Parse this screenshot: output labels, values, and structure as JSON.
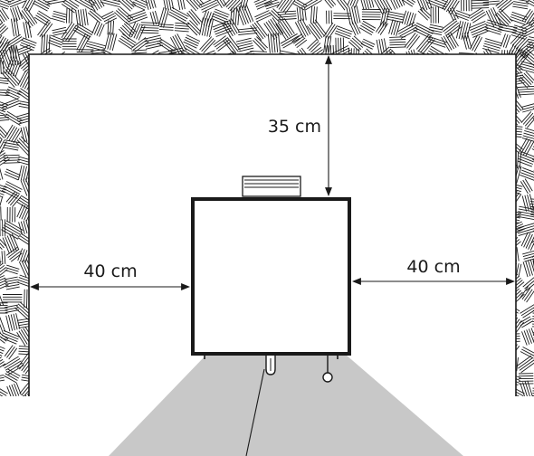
{
  "dimensions": {
    "top_clearance": "35 cm",
    "left_clearance": "40 cm",
    "right_clearance": "40 cm"
  },
  "colors": {
    "line": "#1a1a1a",
    "hatch": "#1a1a1a",
    "floor_beam": "#c8c8c8",
    "background": "#ffffff"
  },
  "icons": [
    "wall-hatch-texture",
    "heater-unit",
    "control-knob"
  ]
}
